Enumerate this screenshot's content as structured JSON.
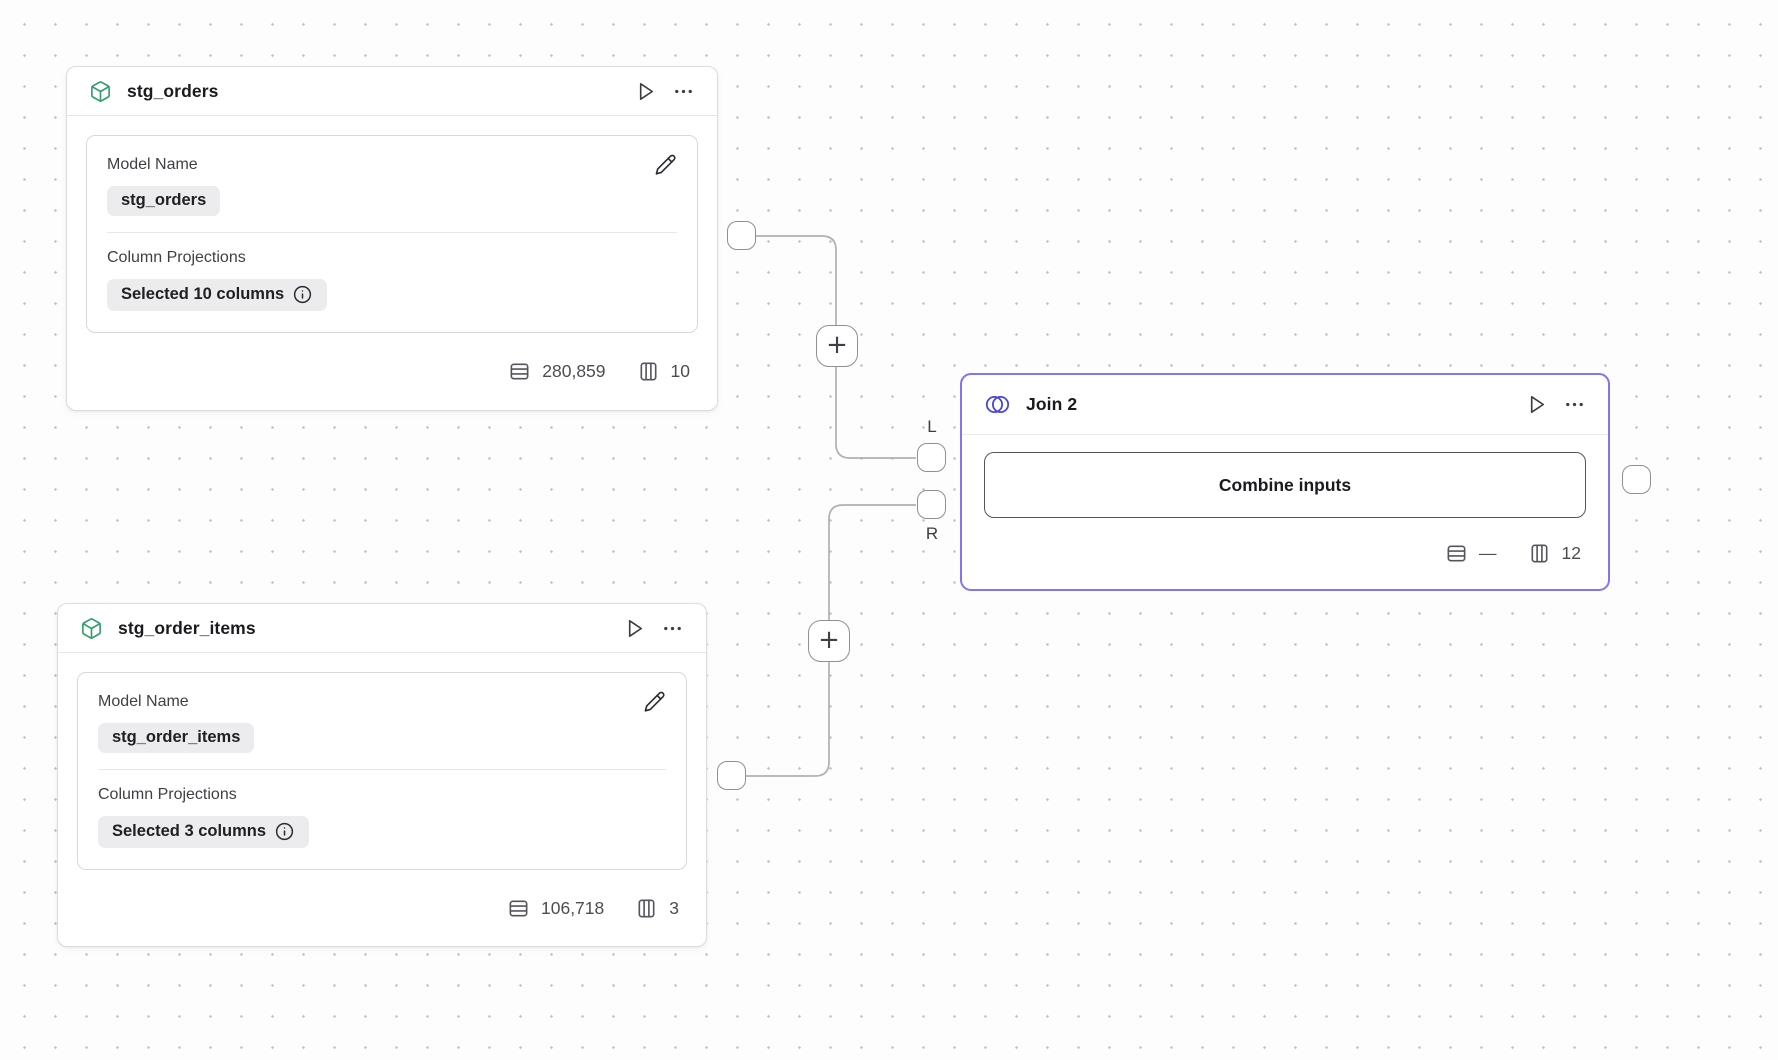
{
  "canvas": {
    "background_color": "#fdfdfd",
    "grid_dot_color": "#c9c9c9"
  },
  "colors": {
    "model_accent_green": "#2f9e68",
    "join_accent_indigo": "#4a45d6",
    "join_border_purple": "#8374f3",
    "wire_gray": "#b0b0b0",
    "chip_background": "#ececee"
  },
  "nodes": {
    "stg_orders": {
      "title": "stg_orders",
      "icon": "cube-icon",
      "model_name_label": "Model Name",
      "model_name_value": "stg_orders",
      "column_projections_label": "Column Projections",
      "column_projections_value": "Selected 10 columns",
      "row_count": "280,859",
      "column_count": "10"
    },
    "stg_order_items": {
      "title": "stg_order_items",
      "icon": "cube-icon",
      "model_name_label": "Model Name",
      "model_name_value": "stg_order_items",
      "column_projections_label": "Column Projections",
      "column_projections_value": "Selected 3 columns",
      "row_count": "106,718",
      "column_count": "3"
    },
    "join": {
      "title": "Join 2",
      "icon": "join-circles-icon",
      "combine_button_label": "Combine inputs",
      "row_count": "—",
      "column_count": "12",
      "left_input_label": "L",
      "right_input_label": "R"
    }
  },
  "connectors": {
    "plus_label": "+"
  }
}
